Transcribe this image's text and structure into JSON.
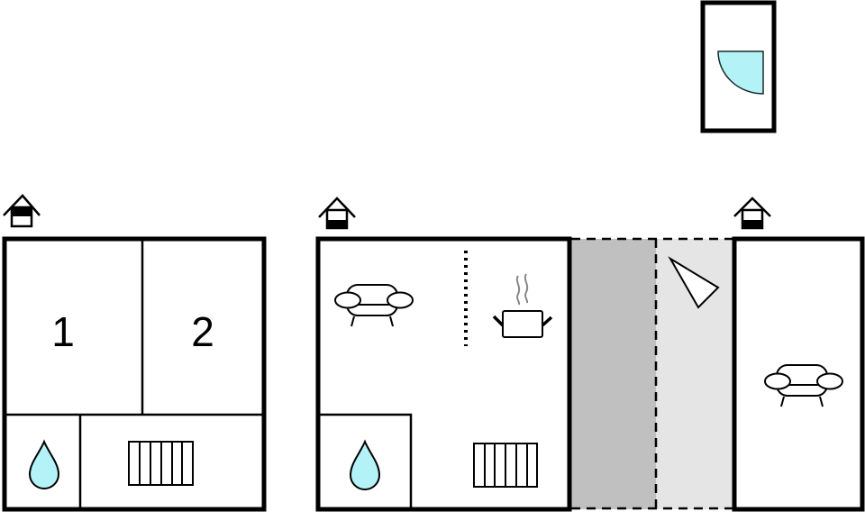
{
  "diagram": {
    "type": "floor-plan",
    "colors": {
      "wall": "#000000",
      "water": "#b3f2f7",
      "terrace_dark": "#c0c0c0",
      "terrace_light": "#e5e5e5",
      "steam": "#888888",
      "background": "#ffffff"
    },
    "floors": [
      {
        "id": "floor-1",
        "level_icon": "house-level-upper-icon",
        "rooms": [
          {
            "id": "bedroom-1",
            "label": "1",
            "type": "bedroom"
          },
          {
            "id": "bedroom-2",
            "label": "2",
            "type": "bedroom"
          },
          {
            "id": "bathroom",
            "label": "",
            "type": "bathroom",
            "icon": "water-drop-icon"
          },
          {
            "id": "heated-room",
            "label": "",
            "type": "room",
            "icon": "radiator-icon"
          }
        ]
      },
      {
        "id": "floor-2",
        "level_icon": "house-level-ground-icon",
        "rooms": [
          {
            "id": "living",
            "label": "",
            "type": "living-room",
            "icon": "sofa-icon"
          },
          {
            "id": "kitchen",
            "label": "",
            "type": "kitchen",
            "icon": "cooking-pot-icon"
          },
          {
            "id": "stairs",
            "label": "",
            "type": "stairs",
            "icon": "staircase-icon"
          },
          {
            "id": "bathroom",
            "label": "",
            "type": "bathroom",
            "icon": "water-drop-icon"
          },
          {
            "id": "heating",
            "label": "",
            "type": "room",
            "icon": "radiator-icon"
          }
        ]
      },
      {
        "id": "terrace",
        "rooms": [
          {
            "id": "covered-terrace",
            "label": "",
            "type": "covered-terrace"
          },
          {
            "id": "open-terrace",
            "label": "",
            "type": "terrace",
            "icon": "viewpoint-icon"
          }
        ]
      },
      {
        "id": "annex",
        "level_icon": "house-level-ground-icon",
        "rooms": [
          {
            "id": "annex-living",
            "label": "",
            "type": "living-room",
            "icon": "sofa-icon"
          }
        ]
      },
      {
        "id": "outdoor-shower",
        "rooms": [
          {
            "id": "shower",
            "label": "",
            "type": "shower",
            "icon": "shower-tray-icon"
          }
        ]
      }
    ]
  }
}
